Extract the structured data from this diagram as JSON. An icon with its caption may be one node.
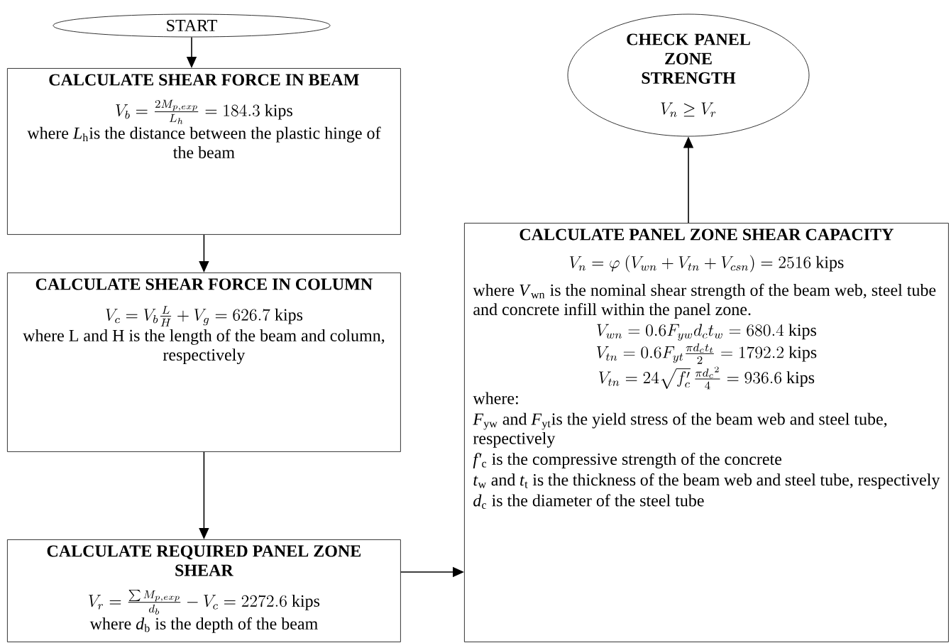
{
  "diagram": {
    "nodes": [
      {
        "text": [
          "START"
        ]
      },
      {
        "text": [
          "CALCULATE SHEAR FORCE IN BEAM",
          "V_b = \\frac{2M_{p,exp}}{L_h} = 184.3~\\mathrm{kips}",
          "where *L*$_{h}$is the distance between the plastic hinge of the beam"
        ]
      },
      {
        "text": [
          "CALCULATE SHEAR FORCE IN COLUMN",
          "V_c = V_b\\frac{L}{H} + V_g = 626.7~\\mathrm{kips}",
          "where L and H is the length of the beam and column, respectively"
        ]
      },
      {
        "text": [
          "CALCULATE REQUIRED PANEL ZONE SHEAR",
          "V_r = \\frac{\\sum M_{p,exp}}{d_b} - V_c = 2272.6~\\mathrm{kips}",
          "where *d*$_{b}$ is the depth of the beam"
        ]
      },
      {
        "text": [
          "CALCULATE PANEL ZONE SHEAR CAPACITY",
          "V_n = \\varphi\\ (V_{wn} + V_{tn} + V_{csn}) = 2516~\\mathrm{kips}",
          "where *V*$_{wn}$ is the nominal shear strength of the beam web, steel tube and concrete infill within the panel zone.",
          "V_{wn} = 0.6F_{yw}d_ct_w = 680.4~\\mathrm{kips}",
          "V_{tn} = 0.6F_{yt}\\frac{\\pi d_ct_t}{2} = 1792.2~\\mathrm{kips}",
          "V_{tn} = 24\\sqrt{f'_c}\\,\\frac{\\pi {d_c}^2}{4} = 936.6~\\mathrm{kips}",
          "where:",
          "*F*$_{yw}$ and *F*$_{yt}$is the yield stress of the beam web and steel tube, respectively",
          "*f'*$_{c}$ is the compressive strength of the concrete",
          "*t*$_{w}$ and *t*$_{t}$ is the thickness of the beam web and steel tube, respectively",
          "*d*$_{c}$ is the diameter of the steel tube"
        ]
      },
      {
        "text": [
          "CHECK PANEL ZONE STRENGTH",
          "V_n \\geq V_r"
        ]
      }
    ],
    "edges": [
      {
        "from": 0,
        "to": 1,
        "arrow": "to"
      },
      {
        "from": 1,
        "to": 2,
        "arrow": "to"
      },
      {
        "from": 2,
        "to": 3,
        "arrow": "to"
      },
      {
        "from": 3,
        "to": 4,
        "arrow": "to"
      },
      {
        "from": 4,
        "to": 5,
        "arrow": "to"
      }
    ]
  }
}
